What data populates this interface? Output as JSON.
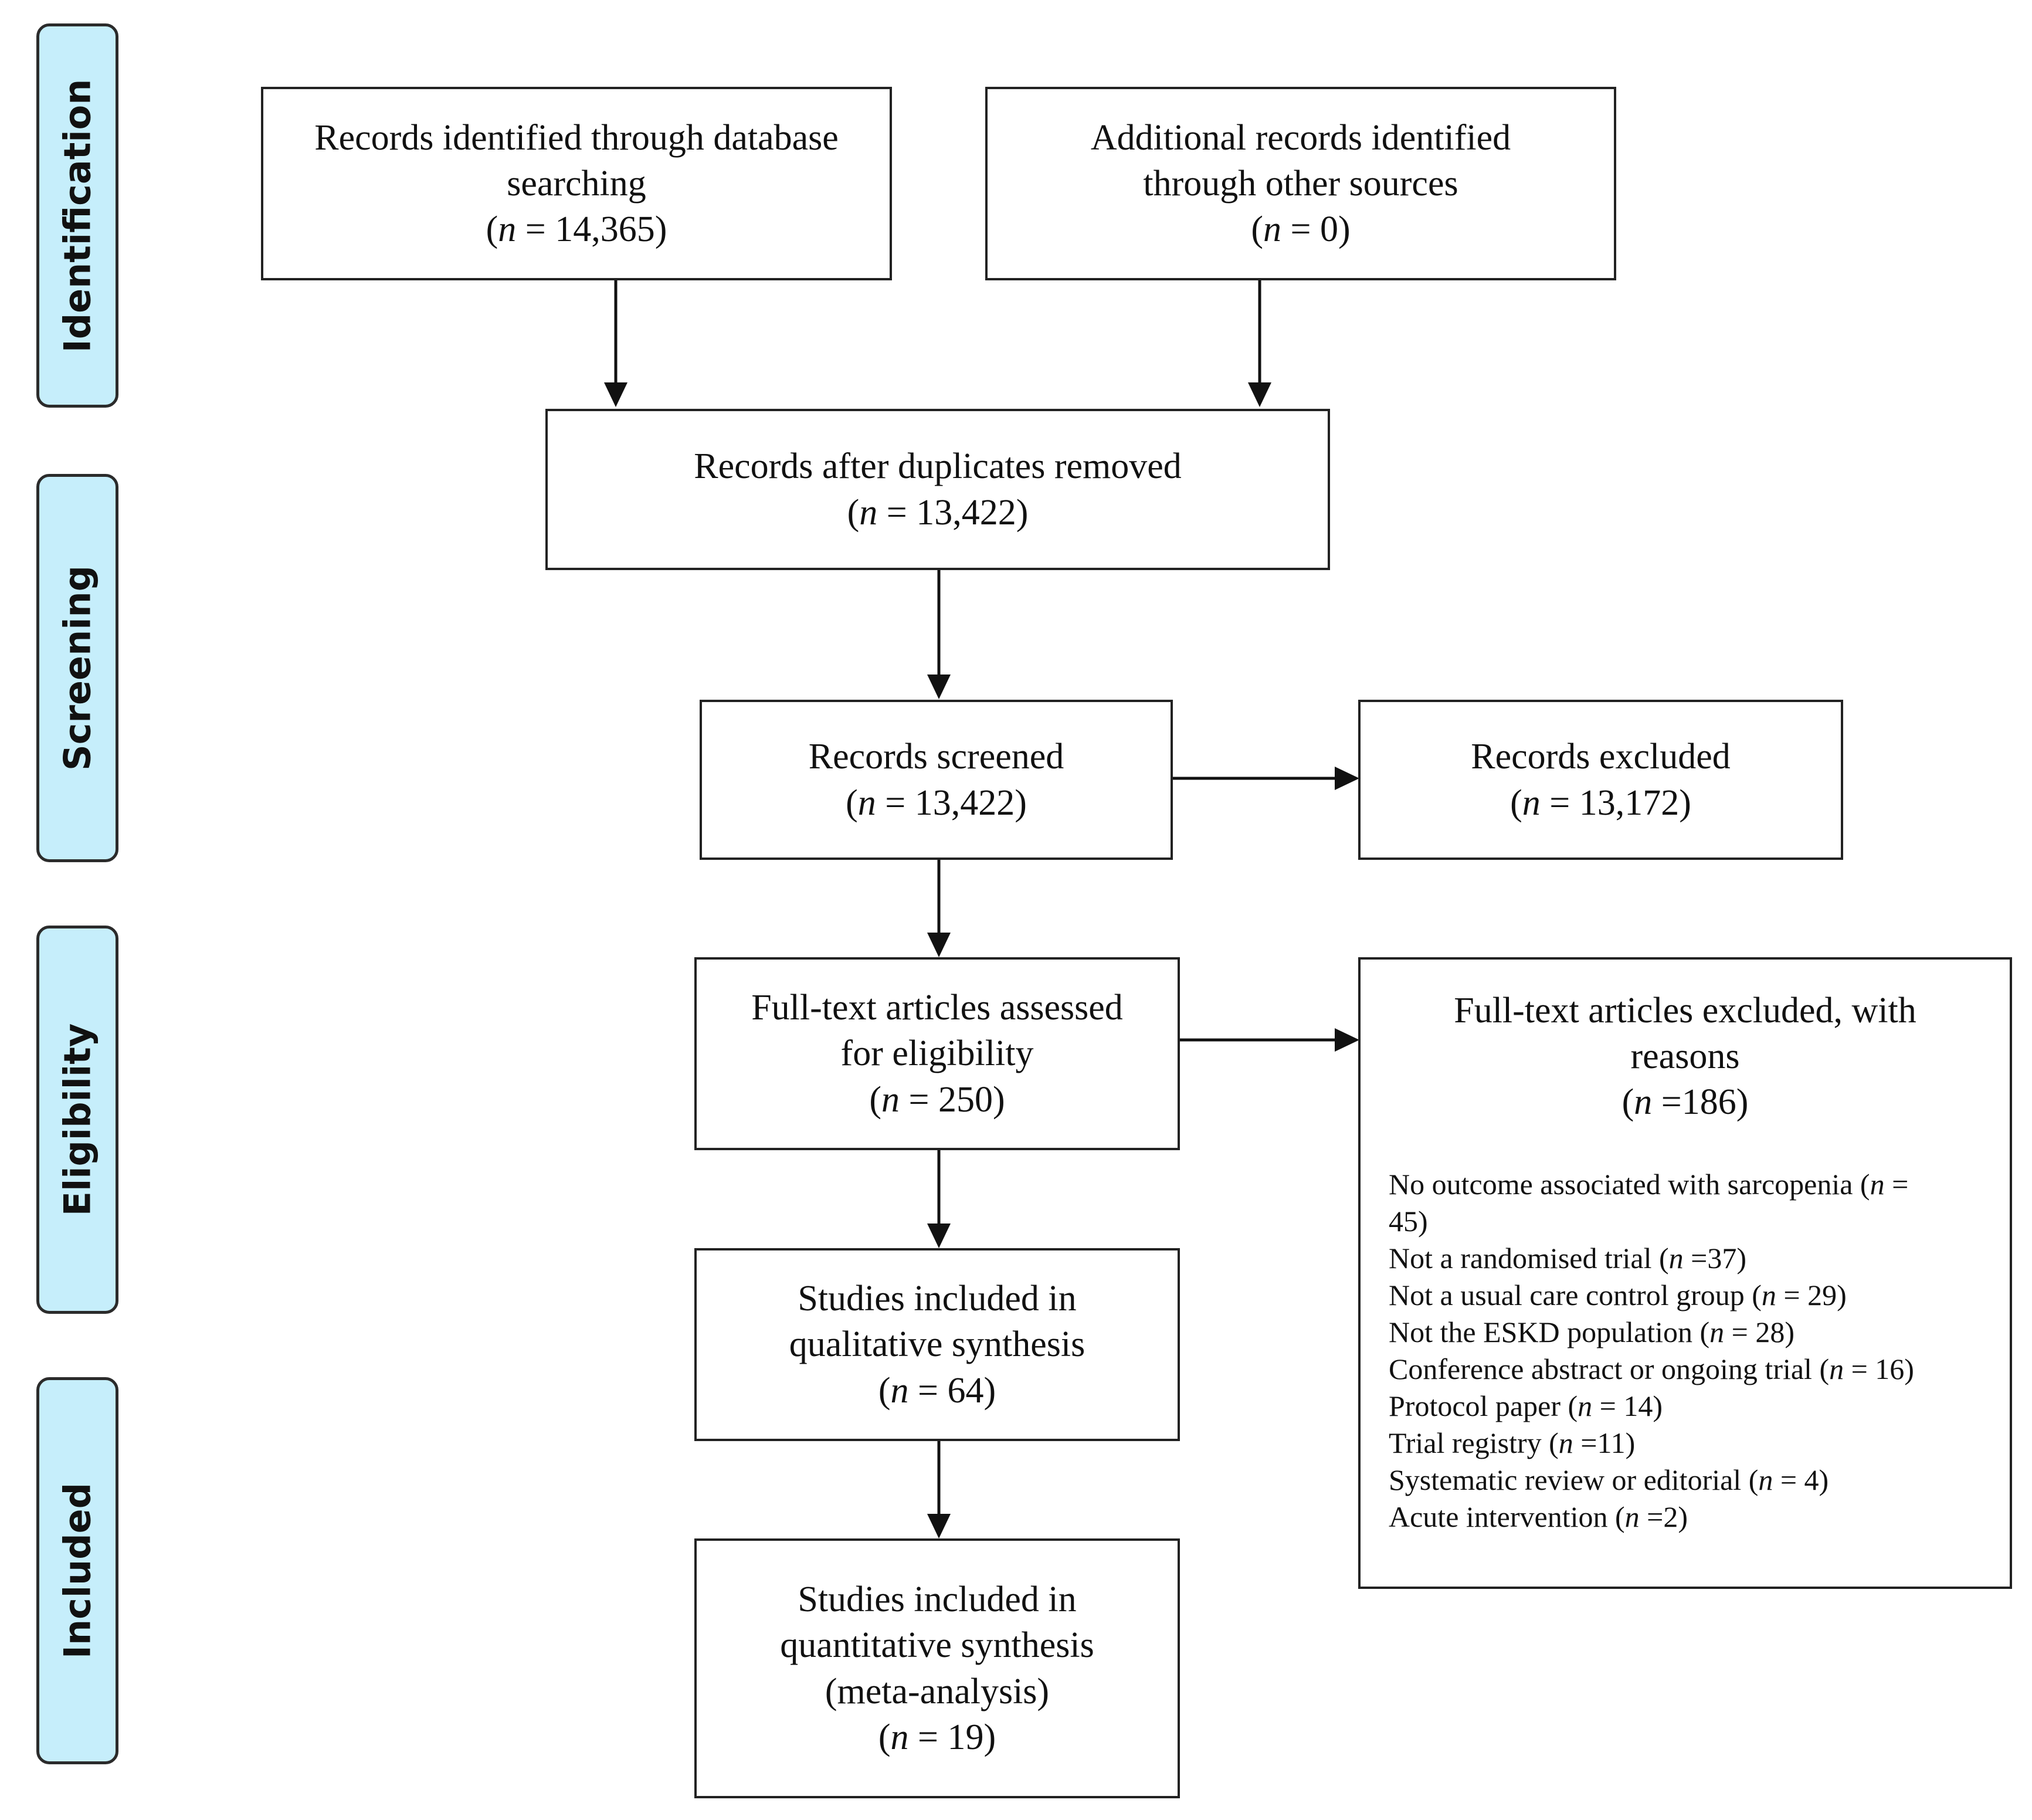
{
  "phases": [
    {
      "id": "identification",
      "label": "Identification"
    },
    {
      "id": "screening",
      "label": "Screening"
    },
    {
      "id": "eligibility",
      "label": "Eligibility"
    },
    {
      "id": "included",
      "label": "Included"
    }
  ],
  "boxes": {
    "database_search": {
      "lines": [
        "Records identified through database",
        "searching"
      ],
      "n_var": "n",
      "n_text": " = 14,365)"
    },
    "other_sources": {
      "lines": [
        "Additional records identified",
        "through other sources"
      ],
      "n_var": "n",
      "n_text": " = 0)"
    },
    "duplicates_removed": {
      "lines": [
        "Records after duplicates removed"
      ],
      "n_var": "n",
      "n_text": " = 13,422)"
    },
    "records_screened": {
      "lines": [
        "Records screened"
      ],
      "n_var": "n",
      "n_text": " = 13,422)"
    },
    "records_excluded": {
      "lines": [
        "Records excluded"
      ],
      "n_var": "n",
      "n_text": " = 13,172)"
    },
    "fulltext_assessed": {
      "lines": [
        "Full-text articles assessed",
        "for eligibility"
      ],
      "n_var": "n",
      "n_text": " = 250)"
    },
    "qualitative": {
      "lines": [
        "Studies included in",
        "qualitative synthesis"
      ],
      "n_var": "n",
      "n_text": " = 64)"
    },
    "quantitative": {
      "lines": [
        "Studies included in",
        "quantitative synthesis",
        "(meta-analysis)"
      ],
      "n_var": "n",
      "n_text": " = 19)"
    }
  },
  "fulltext_excluded": {
    "lines": [
      "Full-text articles excluded, with",
      "reasons"
    ],
    "n_var": "n",
    "n_text": " =186)",
    "reasons": [
      {
        "text_before": "No outcome associated with sarcopenia (",
        "var": "n",
        "text_after": " ="
      },
      {
        "text_before": "45)",
        "var": "",
        "text_after": ""
      },
      {
        "text_before": "Not a randomised trial (",
        "var": "n",
        "text_after": " =37)"
      },
      {
        "text_before": "Not a usual care control group (",
        "var": "n",
        "text_after": " = 29)"
      },
      {
        "text_before": "Not the ESKD population (",
        "var": "n",
        "text_after": " = 28)"
      },
      {
        "text_before": "Conference abstract or ongoing trial (",
        "var": "n",
        "text_after": " = 16)"
      },
      {
        "text_before": "Protocol paper (",
        "var": "n",
        "text_after": " = 14)"
      },
      {
        "text_before": "Trial registry (",
        "var": "n",
        "text_after": " =11)"
      },
      {
        "text_before": "Systematic review or editorial (",
        "var": "n",
        "text_after": " = 4)"
      },
      {
        "text_before": "Acute intervention (",
        "var": "n",
        "text_after": " =2)"
      }
    ]
  }
}
